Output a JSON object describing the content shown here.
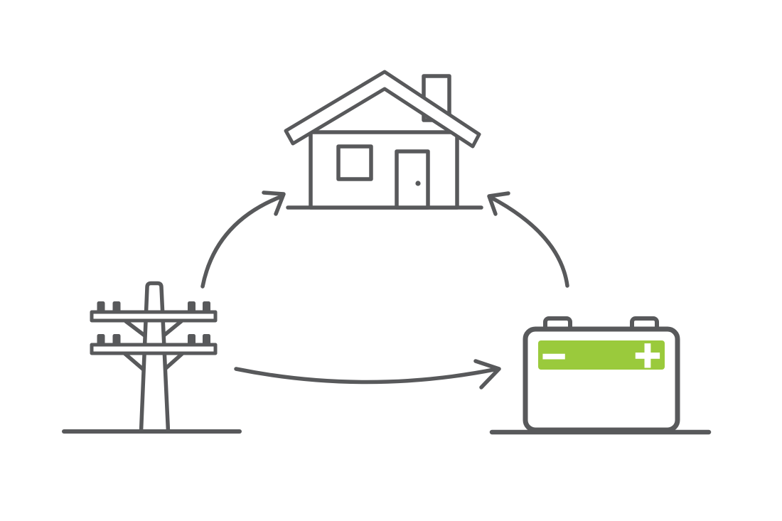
{
  "diagram": {
    "type": "flow-illustration",
    "colors": {
      "background": "#ffffff",
      "line": "#58595b",
      "accent_green": "#9aca3c",
      "symbol": "#ffffff"
    },
    "nodes": [
      {
        "id": "utility-pole",
        "icon": "utility-pole-icon"
      },
      {
        "id": "house",
        "icon": "house-icon"
      },
      {
        "id": "battery",
        "icon": "battery-icon"
      }
    ],
    "arrows": [
      {
        "from": "utility-pole",
        "to": "house"
      },
      {
        "from": "battery",
        "to": "house"
      },
      {
        "from": "utility-pole",
        "to": "battery"
      }
    ],
    "battery": {
      "negative_label": "−",
      "positive_label": "+"
    }
  }
}
